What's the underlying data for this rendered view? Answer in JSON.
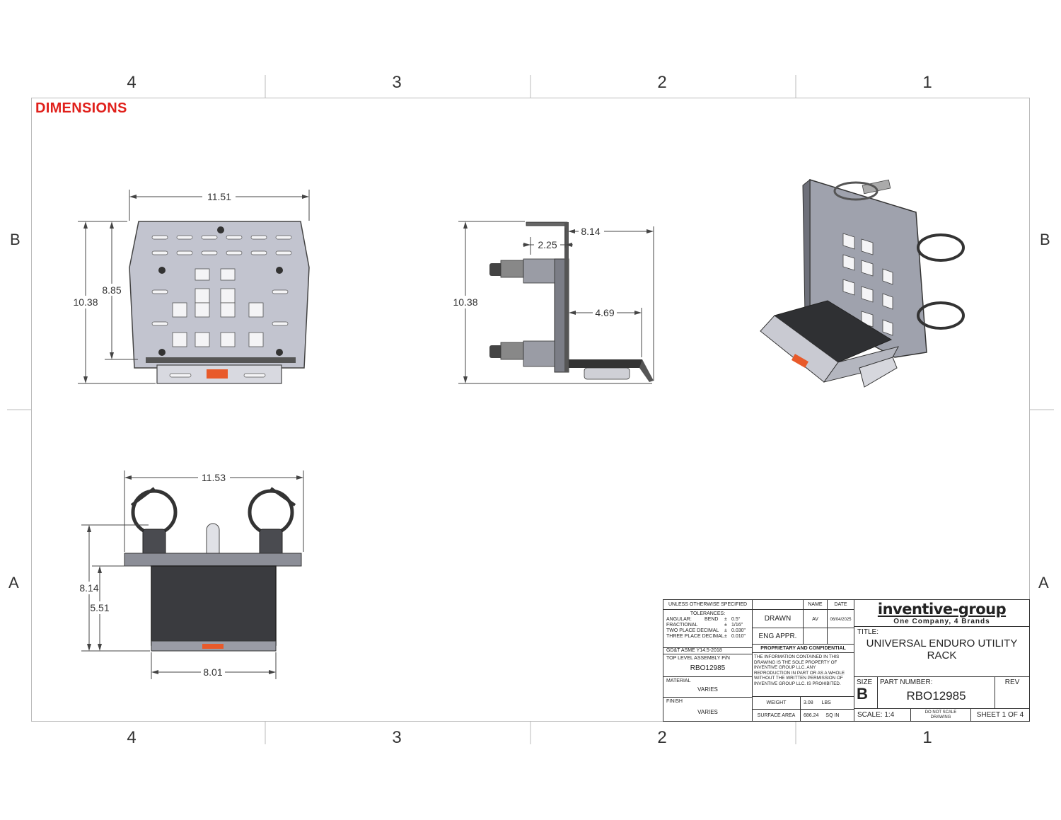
{
  "sheet": {
    "zones_top": [
      "4",
      "3",
      "2",
      "1"
    ],
    "zones_side": [
      "B",
      "A"
    ],
    "section_title": "DIMENSIONS"
  },
  "views": {
    "front": {
      "width": "11.51",
      "height_total": "10.38",
      "height_inner": "8.85"
    },
    "side": {
      "height": "10.38",
      "depth": "8.14",
      "offset": "2.25",
      "shelf": "4.69"
    },
    "top": {
      "width": "11.53",
      "depth_total": "8.14",
      "depth_inner": "5.51",
      "shelf_width": "8.01"
    }
  },
  "title_block": {
    "unless_specified": "UNLESS OTHERWISE SPECIFIED",
    "tolerances_label": "TOLERANCES:",
    "tolerances": [
      [
        "ANGULAR:",
        "BEND",
        "±",
        "0.5°"
      ],
      [
        "FRACTIONAL",
        "",
        "±",
        "1/16\""
      ],
      [
        "TWO PLACE DECIMAL",
        "",
        "±",
        "0.030\""
      ],
      [
        "THREE PLACE DECIMAL",
        "",
        "±",
        "0.010\""
      ]
    ],
    "standard": "GD&T ASME Y14.5-2018",
    "top_level_label": "TOP LEVEL ASSEMBLY P/N",
    "top_level_value": "RBO12985",
    "material_label": "MATERIAL",
    "material_value": "VARIES",
    "finish_label": "FINISH",
    "finish_value": "VARIES",
    "name_header": "NAME",
    "date_header": "DATE",
    "drawn_label": "DRAWN",
    "drawn_name": "AV",
    "drawn_date": "06/04/2025",
    "eng_appr_label": "ENG APPR.",
    "proprietary_label": "PROPRIETARY AND CONFIDENTIAL",
    "proprietary_text": "THE INFORMATION CONTAINED IN THIS DRAWING IS THE SOLE PROPERTY OF INVENTIVE GROUP LLC. ANY REPRODUCTION IN PART OR AS A WHOLE WITHOUT THE WRITTEN PERMISSION OF INVENTIVE GROUP LLC. IS PROHIBITED.",
    "weight_label": "WEIGHT",
    "weight_value": "3.08",
    "weight_unit": "LBS",
    "surface_label": "SURFACE AREA",
    "surface_value": "686.24",
    "surface_unit": "SQ IN",
    "company": "inventive-group",
    "tagline": "One Company, 4 Brands",
    "title_label": "TITLE:",
    "title_value": "UNIVERSAL ENDURO UTILITY RACK",
    "size_label": "SIZE",
    "size_value": "B",
    "part_label": "PART NUMBER:",
    "part_value": "RBO12985",
    "rev_label": "REV",
    "scale": "SCALE: 1:4",
    "do_not_scale": "DO NOT SCALE DRAWING",
    "sheet": "SHEET 1 OF 4"
  }
}
